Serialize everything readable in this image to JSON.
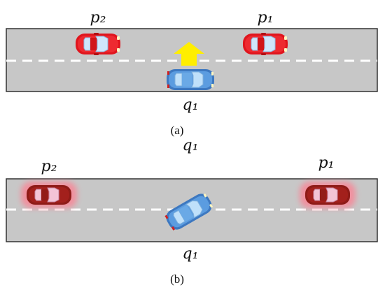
{
  "panel_a": {
    "label_p2": "p₂",
    "label_p1": "p₁",
    "label_q1": "q₁",
    "caption": "(a)",
    "arrow_color": "#ffee00"
  },
  "panel_b": {
    "label_q1_top": "q₁",
    "label_p2": "p₂",
    "label_p1": "p₁",
    "label_q1": "q₁",
    "caption": "(b)"
  },
  "colors": {
    "road": "#c7c7c7",
    "lane_mark": "#ffffff",
    "red_car": "#e0151d",
    "blue_car": "#4f8fd8",
    "dark_red_car": "#a3201c",
    "glow": "#f58a9a"
  }
}
